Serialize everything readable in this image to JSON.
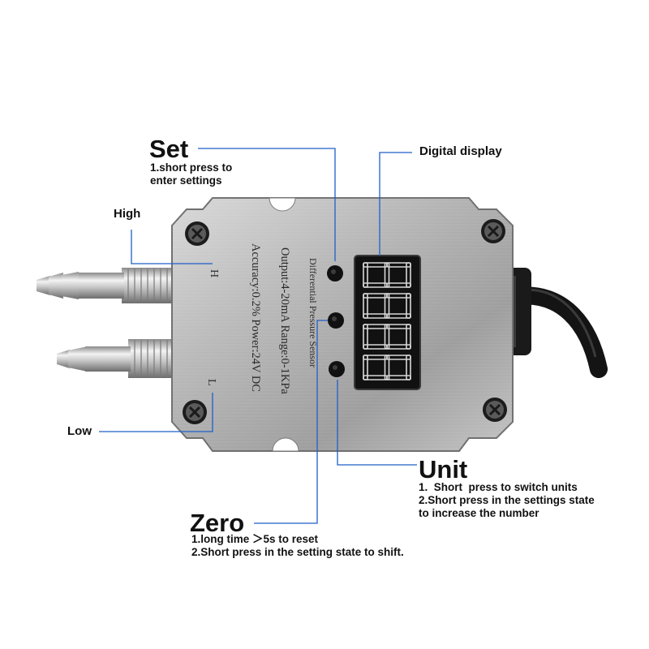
{
  "callouts": {
    "set": {
      "title": "Set",
      "desc": "1.short press to\nenter settings"
    },
    "digital_display": {
      "title": "Digital display"
    },
    "high": {
      "title": "High"
    },
    "low": {
      "title": "Low"
    },
    "unit": {
      "title": "Unit",
      "desc": "1.  Short  press to switch units\n2.Short press in the settings state\nto increase the number"
    },
    "zero": {
      "title": "Zero",
      "desc": "1.long time ＞5s to reset\n2.Short press in the setting state to shift."
    }
  },
  "device": {
    "port_high_mark": "H",
    "port_low_mark": "L",
    "plate_line1": "Differential Pressure Sensor",
    "plate_line2": "Output:4-20mA Range:0-1KPa",
    "plate_line3": "Accuracy:0.2% Power:24V DC",
    "display_digits": [
      "8",
      "8",
      "8",
      "8"
    ]
  },
  "colors": {
    "leader_line": "#1f5fc8",
    "housing": "#a9a9a9",
    "display_bg": "#111111",
    "segment": "#d8d8d8"
  }
}
